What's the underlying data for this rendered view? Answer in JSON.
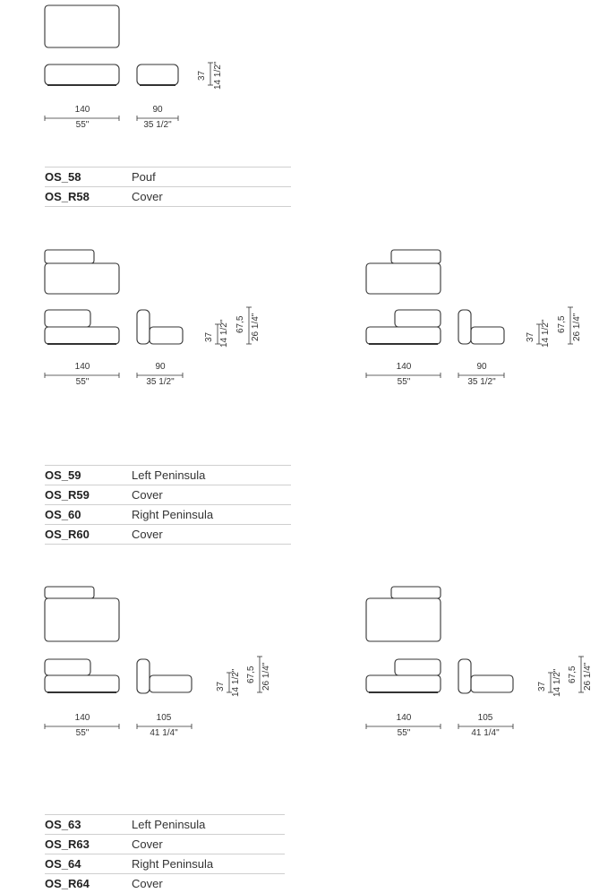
{
  "sections": [
    {
      "drawings": [
        {
          "width_labels": [
            {
              "cm": "140",
              "in": "55\""
            },
            {
              "cm": "90",
              "in": "35 1/2\""
            }
          ],
          "height_labels": [
            {
              "cm": "37",
              "in": "14 1/2\""
            }
          ]
        }
      ],
      "rows": [
        {
          "code": "OS_58",
          "desc": "Pouf"
        },
        {
          "code": "OS_R58",
          "desc": "Cover"
        }
      ]
    },
    {
      "drawings": [
        {
          "width_labels": [
            {
              "cm": "140",
              "in": "55\""
            },
            {
              "cm": "90",
              "in": "35 1/2\""
            }
          ],
          "height_labels": [
            {
              "cm": "37",
              "in": "14 1/2\""
            },
            {
              "cm": "67,5",
              "in": "26 1/4\""
            }
          ]
        },
        {
          "width_labels": [
            {
              "cm": "140",
              "in": "55\""
            },
            {
              "cm": "90",
              "in": "35 1/2\""
            }
          ],
          "height_labels": [
            {
              "cm": "37",
              "in": "14 1/2\""
            },
            {
              "cm": "67,5",
              "in": "26 1/4\""
            }
          ]
        }
      ],
      "rows": [
        {
          "code": "OS_59",
          "desc": "Left Peninsula"
        },
        {
          "code": "OS_R59",
          "desc": "Cover"
        },
        {
          "code": "OS_60",
          "desc": "Right Peninsula"
        },
        {
          "code": "OS_R60",
          "desc": "Cover"
        }
      ]
    },
    {
      "drawings": [
        {
          "width_labels": [
            {
              "cm": "140",
              "in": "55\""
            },
            {
              "cm": "105",
              "in": "41 1/4\""
            }
          ],
          "height_labels": [
            {
              "cm": "37",
              "in": "14 1/2\""
            },
            {
              "cm": "67,5",
              "in": "26 1/4\""
            }
          ]
        },
        {
          "width_labels": [
            {
              "cm": "140",
              "in": "55\""
            },
            {
              "cm": "105",
              "in": "41 1/4\""
            }
          ],
          "height_labels": [
            {
              "cm": "37",
              "in": "14 1/2\""
            },
            {
              "cm": "67,5",
              "in": "26 1/4\""
            }
          ]
        }
      ],
      "rows": [
        {
          "code": "OS_63",
          "desc": "Left Peninsula"
        },
        {
          "code": "OS_R63",
          "desc": "Cover"
        },
        {
          "code": "OS_64",
          "desc": "Right Peninsula"
        },
        {
          "code": "OS_R64",
          "desc": "Cover"
        }
      ]
    }
  ]
}
